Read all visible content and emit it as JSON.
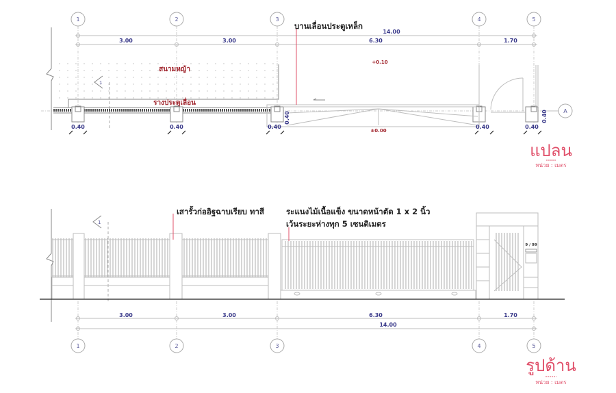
{
  "grid_labels": [
    "1",
    "2",
    "3",
    "4",
    "5",
    "A"
  ],
  "plan": {
    "title": "แปลน",
    "unit": "หน่วย : เมตร",
    "total_dim": "14.00",
    "segment_dims": [
      "3.00",
      "3.00",
      "6.30",
      "1.70"
    ],
    "post_dims": [
      "0.40",
      "0.40",
      "0.40",
      "0.40",
      "0.40"
    ],
    "side_dims": [
      "0.40",
      "0.40"
    ],
    "lawn_label": "สนามหญ้า",
    "rail_label": "รางประตูเลื่อน",
    "gate_label": "บานเลื่อนประตูเหล็ก",
    "level_high": "+0.10",
    "level_zero": "±0.00",
    "section_mark": "1"
  },
  "elevation": {
    "title": "รูปด้าน",
    "unit": "หน่วย : เมตร",
    "post_note": "เสารั้วก่ออิฐฉาบเรียบ  ทาสี",
    "slat_note_1": "ระแนงไม้เนื้อแข็ง  ขนาดหน้าตัด 1 x 2 นิ้ว",
    "slat_note_2": "เว้นระยะห่างทุก 5 เซนติเมตร",
    "address": "9 / 99",
    "total_dim": "14.00",
    "segment_dims": [
      "3.00",
      "3.00",
      "6.30",
      "1.70"
    ],
    "section_mark": "1"
  },
  "colors": {
    "accent": "#e0506a",
    "dimension": "#3a3a8a",
    "label_red": "#a0242c"
  }
}
